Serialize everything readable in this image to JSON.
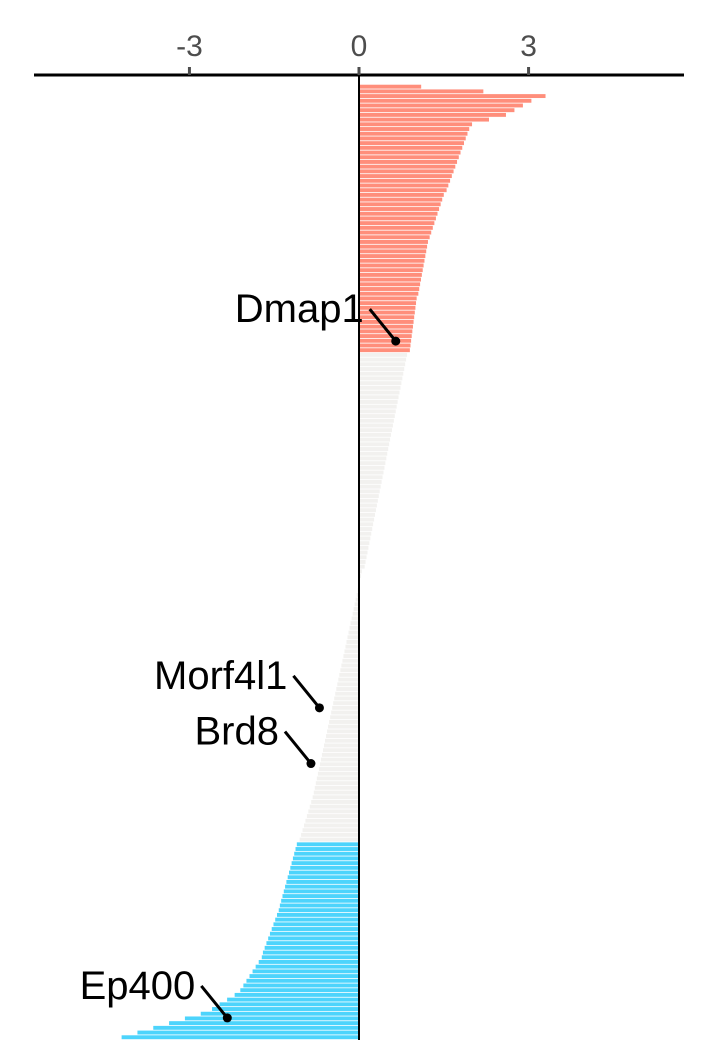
{
  "chart_data": {
    "type": "bar",
    "orientation": "horizontal",
    "xlim": [
      -5.75,
      5.75
    ],
    "grid": false,
    "legend": "none",
    "ticks": [
      {
        "value": -3,
        "label": "-3"
      },
      {
        "value": 0,
        "label": "0"
      },
      {
        "value": 3,
        "label": "3"
      }
    ],
    "colors": {
      "positive": "#FF8E7B",
      "neutral": "#F2F1EF",
      "negative": "#4DD4FC",
      "axis": "#000000",
      "tick": "#4d4d4d"
    },
    "groups": [
      {
        "category": "positive",
        "start": 0,
        "end": 3.3,
        "count": 4
      },
      {
        "category": "positive",
        "start": 3.05,
        "end": 2.75,
        "count": 3
      },
      {
        "category": "positive",
        "start": 2.6,
        "end": 2.0,
        "count": 3
      },
      {
        "category": "positive",
        "start": 1.95,
        "end": 1.55,
        "count": 14
      },
      {
        "category": "positive",
        "start": 1.5,
        "end": 1.25,
        "count": 10
      },
      {
        "category": "positive",
        "start": 1.22,
        "end": 1.05,
        "count": 12
      },
      {
        "category": "positive",
        "start": 1.02,
        "end": 0.9,
        "count": 12
      },
      {
        "category": "neutral",
        "start": 0.85,
        "end": 0.1,
        "count": 46
      },
      {
        "category": "neutral",
        "start": 0.05,
        "end": -0.8,
        "count": 48
      },
      {
        "category": "neutral",
        "start": -0.82,
        "end": -1.05,
        "count": 10
      },
      {
        "category": "negative",
        "start": -1.1,
        "end": -1.4,
        "count": 14
      },
      {
        "category": "negative",
        "start": -1.42,
        "end": -1.7,
        "count": 10
      },
      {
        "category": "negative",
        "start": -1.72,
        "end": -2.1,
        "count": 8
      },
      {
        "category": "negative",
        "start": -2.2,
        "end": -2.6,
        "count": 4
      },
      {
        "category": "negative",
        "start": -2.8,
        "end": -4.2,
        "count": 6
      }
    ],
    "annotations": [
      {
        "label": "Dmap1",
        "value": 0.65,
        "rank": 0.272
      },
      {
        "label": "Morf4l1",
        "value": -0.7,
        "rank": 0.654
      },
      {
        "label": "Brd8",
        "value": -0.85,
        "rank": 0.712
      },
      {
        "label": "Ep400",
        "value": -2.33,
        "rank": 0.977
      }
    ]
  }
}
